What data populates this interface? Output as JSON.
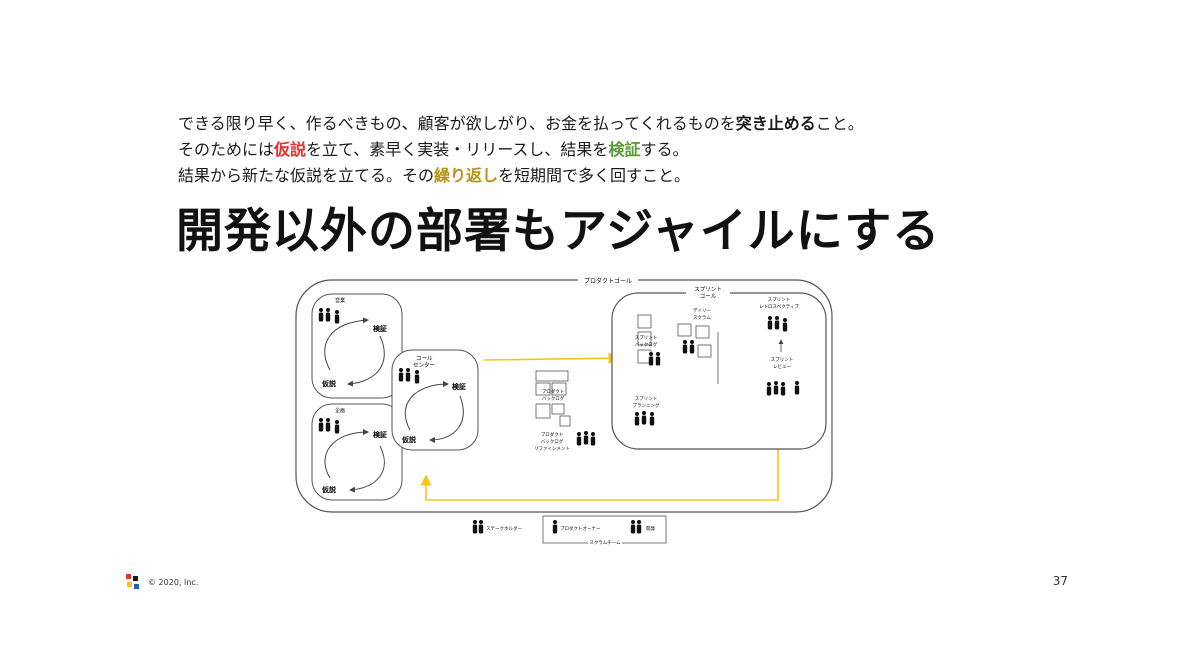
{
  "intro": {
    "line1": {
      "a": "できる限り早く、作るべきもの、顧客が欲しがり、お金を払ってくれるものを",
      "b": "突き止める",
      "c": "こと。"
    },
    "line2": {
      "a": "そのためには",
      "b": "仮説",
      "c": "を立て、素早く実装・リリースし、結果を",
      "d": "検証",
      "e": "する。"
    },
    "line3": {
      "a": "結果から新たな仮説を立てる。その",
      "b": "繰り返し",
      "c": "を短期間で多く回すこと。"
    }
  },
  "title": "開発以外の部署もアジャイルにする",
  "diagram": {
    "product_goal": "プロダクトゴール",
    "sales": "営業",
    "planning": "企画",
    "call_center_1": "コール",
    "call_center_2": "センター",
    "verify": "検証",
    "hypothesis": "仮説",
    "sprint_goal_1": "スプリント",
    "sprint_goal_2": "ゴール",
    "sprint_backlog_1": "スプリント",
    "sprint_backlog_2": "バックログ",
    "daily_scrum_1": "デイリー",
    "daily_scrum_2": "スクラム",
    "sprint_planning_1": "スプリント",
    "sprint_planning_2": "プランニング",
    "retro_1": "スプリント",
    "retro_2": "レトロスペクティブ",
    "review_1": "スプリント",
    "review_2": "レビュー",
    "product_backlog_1": "プロダクト",
    "product_backlog_2": "バックログ",
    "refinement_1": "プロダクト",
    "refinement_2": "バックログ",
    "refinement_3": "リファインメント",
    "legend_stakeholder": "ステークホルダー",
    "legend_po": "プロダクトオーナー",
    "legend_dev": "開発",
    "legend_team": "スクラムチーム",
    "colors": {
      "arrow_yellow": "#f5c518",
      "line": "#555555"
    }
  },
  "footer": {
    "copyright": "© 2020, Inc.",
    "page": "37"
  }
}
